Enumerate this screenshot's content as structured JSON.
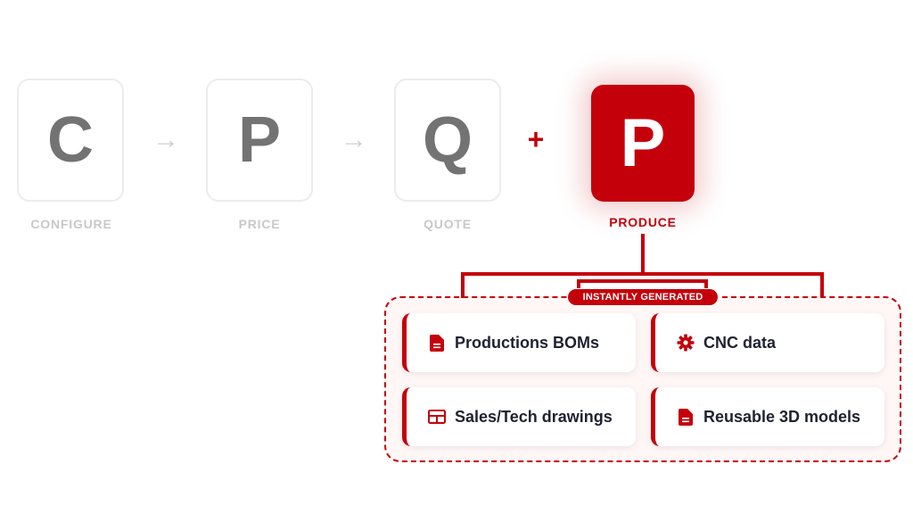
{
  "steps": [
    {
      "letter": "C",
      "label": "CONFIGURE"
    },
    {
      "letter": "P",
      "label": "PRICE"
    },
    {
      "letter": "Q",
      "label": "QUOTE"
    }
  ],
  "arrow_glyph": "→",
  "plus_glyph": "+",
  "produce": {
    "letter": "P",
    "label": "PRODUCE"
  },
  "badge": "INSTANTLY GENERATED",
  "outputs": [
    {
      "label": "Productions BOMs",
      "icon": "document-icon"
    },
    {
      "label": "CNC data",
      "icon": "gear-icon"
    },
    {
      "label": "Sales/Tech drawings",
      "icon": "drawing-grid-icon"
    },
    {
      "label": "Reusable 3D models",
      "icon": "document-icon"
    }
  ],
  "colors": {
    "accent": "#c4000b",
    "inactive_letter": "#737373",
    "inactive_label": "#c8c8c8",
    "card_text": "#1f2230"
  }
}
